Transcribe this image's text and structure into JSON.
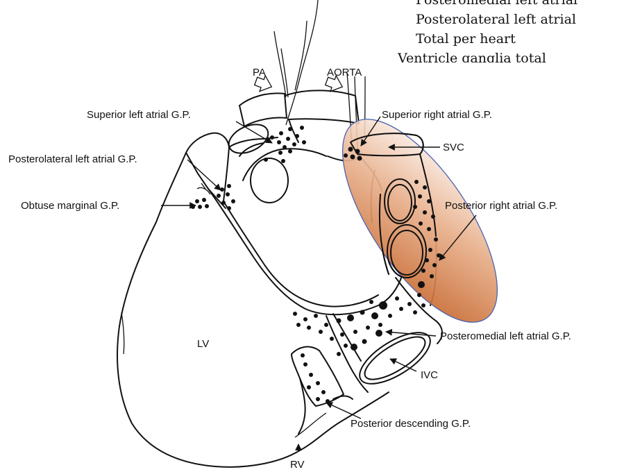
{
  "header_lines": [
    "Posteromedial left atrial",
    "Posterolateral left atrial",
    "Total per heart",
    "Ventricle ganglia total"
  ],
  "labels": {
    "pa": "PA",
    "aorta": "AORTA",
    "superior_left_atrial": "Superior left atrial G.P.",
    "superior_right_atrial": "Superior right atrial G.P.",
    "posterolateral_left_atrial": "Posterolateral left atrial G.P.",
    "svc": "SVC",
    "obtuse_marginal": "Obtuse marginal G.P.",
    "posterior_right_atrial": "Posterior right atrial G.P.",
    "lv": "LV",
    "posteromedial_left_atrial": "Posteromedial left atrial G.P.",
    "ivc": "IVC",
    "posterior_descending": "Posterior descending G.P.",
    "rv": "RV"
  },
  "colors": {
    "highlight_dark": "#c0581a",
    "highlight_light": "#ffffff",
    "ellipse_stroke": "#4a64b0",
    "ink": "#111111"
  }
}
